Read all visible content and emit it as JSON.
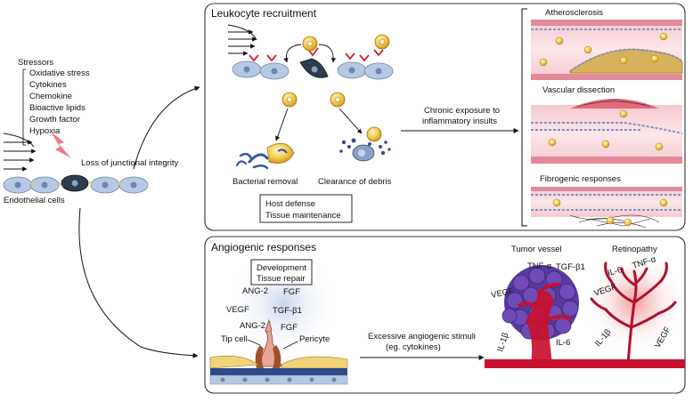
{
  "left": {
    "stressors_title": "Stressors",
    "stressors": [
      "Oxidative stress",
      "Cytokines",
      "Chemokine",
      "Bioactive lipids",
      "Growth factor",
      "Hypoxia"
    ],
    "junction_label": "Loss of junctional integrity",
    "endothelial_label": "Endothelial cells"
  },
  "leukocyte": {
    "title": "Leukocyte recruitment",
    "bacterial": "Bacterial removal",
    "debris": "Clearance of debris",
    "box_lines": [
      "Host defense",
      "Tissue maintenance"
    ],
    "chronic_lines": [
      "Chronic exposure to",
      "inflammatory insults"
    ]
  },
  "diseases": {
    "atherosclerosis": "Atherosclerosis",
    "dissection": "Vascular dissection",
    "fibrogenic": "Fibrogenic responses"
  },
  "angiogenic": {
    "title": "Angiogenic responses",
    "box_lines": [
      "Development",
      "Tissue repair"
    ],
    "factors": [
      "ANG-2",
      "FGF",
      "VEGF",
      "TGF-β1",
      "ANG-2",
      "FGF"
    ],
    "tip_cell": "Tip cell",
    "pericyte": "Pericyte",
    "stimuli_lines": [
      "Excessive angiogenic stimuli",
      "(eg. cytokines)"
    ]
  },
  "tumor": {
    "title": "Tumor vessel",
    "labels": [
      "VEGF",
      "TNF-α",
      "TGF-β1",
      "IL-1β",
      "IL-6"
    ]
  },
  "retinopathy": {
    "title": "Retinopathy",
    "labels": [
      "IL-6",
      "TNF-α",
      "VEGF",
      "IL-1β",
      "VEGF"
    ]
  },
  "colors": {
    "panel_border": "#333333",
    "leukocyte": "#f2c84b",
    "endothelial": "#b7c9e2",
    "nucleus": "#6f86b0",
    "vessel_red": "#c8102e",
    "tumor_purple": "#4b2a8a",
    "retina_glow": "#f7b6b6"
  }
}
